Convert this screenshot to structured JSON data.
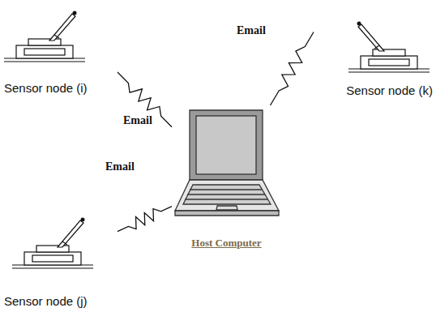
{
  "diagram": {
    "nodes": [
      {
        "text": [
          "Sensor node (i)"
        ]
      },
      {
        "text": [
          "Sensor node (k)"
        ]
      },
      {
        "text": [
          "Host Computer"
        ]
      },
      {
        "text": [
          "Sensor node (j)"
        ]
      }
    ],
    "edges": [
      {
        "from": 0,
        "to": 2,
        "label": "Email",
        "arrow": "none"
      },
      {
        "from": 1,
        "to": 2,
        "label": "Email",
        "arrow": "none"
      },
      {
        "from": 3,
        "to": 2,
        "label": "Email",
        "arrow": "none"
      }
    ]
  }
}
